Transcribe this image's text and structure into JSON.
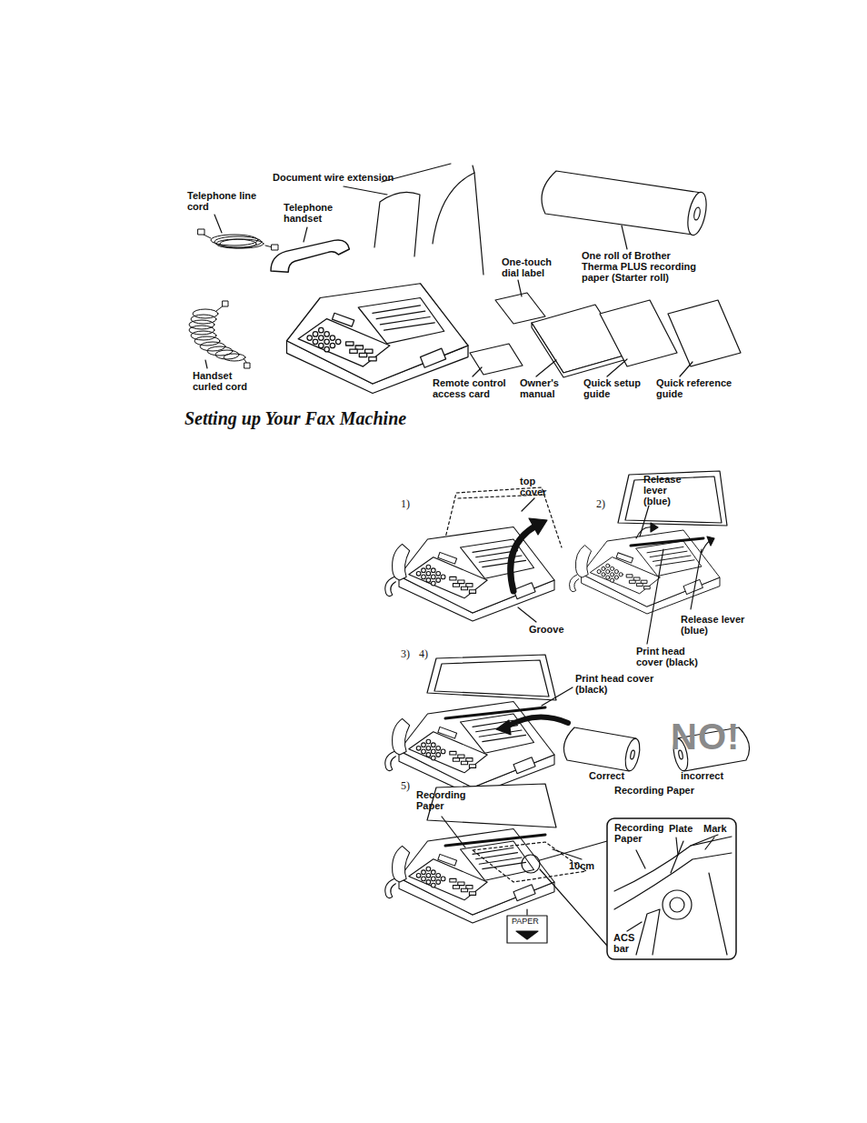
{
  "diagram": {
    "title": "Setting up Your Fax Machine",
    "labels": [
      "Document wire extension",
      "Telephone line cord",
      "Telephone handset",
      "One roll of Brother Therma PLUS recording paper (Starter roll)",
      "One-touch dial label",
      "Handset curled cord",
      "Remote control access card",
      "Owner's manual",
      "Quick setup guide",
      "Quick reference guide",
      "1)",
      "top cover",
      "Groove",
      "2)",
      "Release lever (blue)",
      "Release lever (blue)",
      "Print head cover (black)",
      "3)",
      "4)",
      "Print head cover (black)",
      "NO!",
      "Correct",
      "incorrect",
      "Recording Paper",
      "5)",
      "Recording Paper",
      "10cm",
      "PAPER",
      "Recording Paper",
      "Plate",
      "Mark",
      "ACS bar"
    ]
  }
}
